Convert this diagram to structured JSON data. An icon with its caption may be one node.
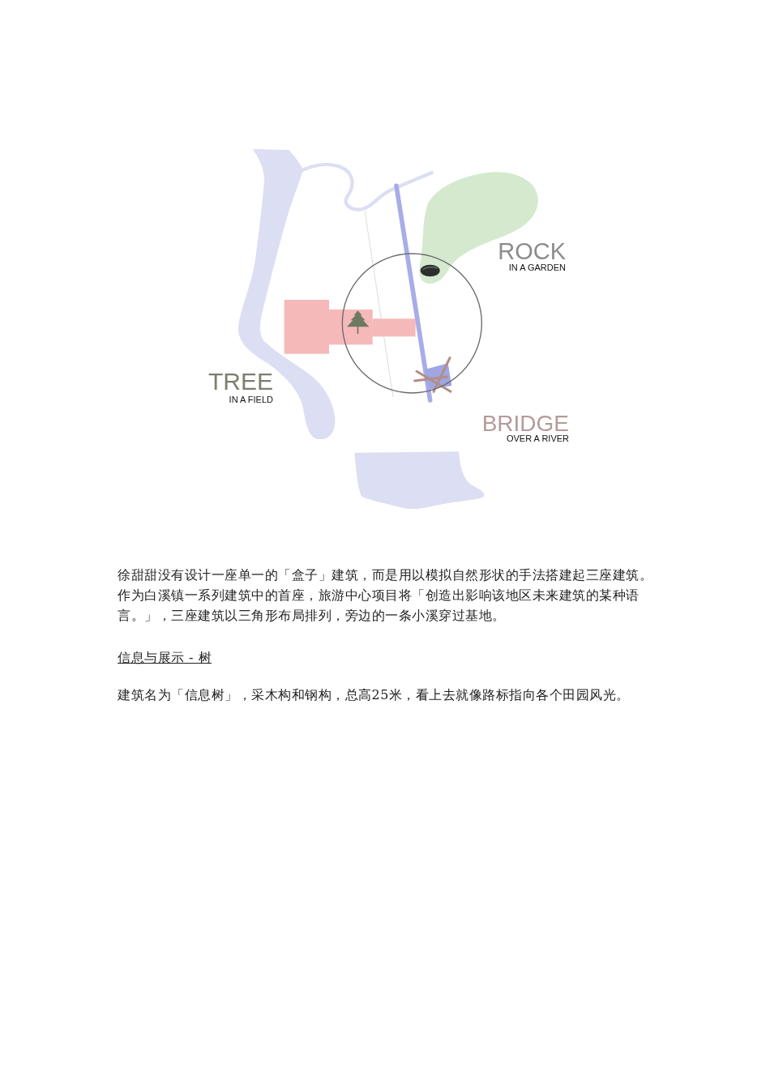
{
  "diagram": {
    "labels": [
      "ROCK",
      "IN A GARDEN",
      "TREE",
      "IN A FIELD",
      "BRIDGE",
      "OVER A RIVER",
      "徐甜甜没有设计一座单一的「盒子」建筑，而是用以模拟自然形状的手法搭建起三座建筑。作为白溪镇一系列建筑中的首座，旅游中心项目将「创造出影响该地区未来建筑的某种语言。」，三座建筑以三角形布局排列，旁边的一条小溪穿过基地。",
      "信息与展示 - 树",
      "建筑名为「信息树」，采木构和钢构，总高25米，看上去就像路标指向各个田园风光。"
    ]
  }
}
